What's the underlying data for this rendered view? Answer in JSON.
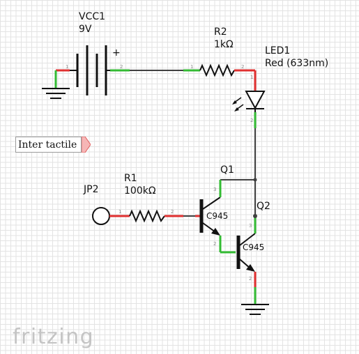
{
  "net_label": "Inter tactile",
  "logo": "fritzing",
  "vcc": {
    "name": "VCC1",
    "value": "9V",
    "polarity": "+"
  },
  "r2": {
    "name": "R2",
    "value": "1kΩ"
  },
  "r1": {
    "name": "R1",
    "value": "100kΩ"
  },
  "led": {
    "name": "LED1",
    "value": "Red (633nm)"
  },
  "jp": {
    "name": "JP2"
  },
  "q1": {
    "name": "Q1",
    "part": "C945"
  },
  "q2": {
    "name": "Q2",
    "part": "C945"
  },
  "pins": {
    "p1": "1",
    "p2": "2",
    "p3": "3"
  },
  "colors": {
    "wire": "#404040",
    "pin_end": "#e03030",
    "pin_connected": "#33bb33",
    "grid": "#e3e3e3"
  }
}
